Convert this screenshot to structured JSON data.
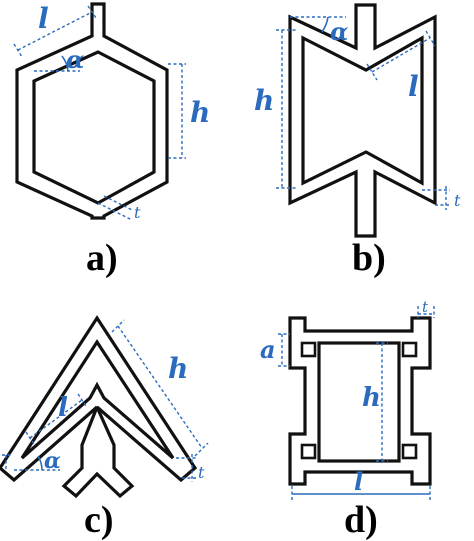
{
  "panels": [
    {
      "label": "a)",
      "symbols": {
        "length": "l",
        "angle": "α",
        "height": "h",
        "thickness": "t"
      }
    },
    {
      "label": "b)",
      "symbols": {
        "length": "l",
        "angle": "α",
        "height": "h",
        "thickness": "t"
      }
    },
    {
      "label": "c)",
      "symbols": {
        "length": "l",
        "angle": "α",
        "height": "h",
        "thickness": "t"
      }
    },
    {
      "label": "d)",
      "symbols": {
        "side": "a",
        "height": "h",
        "length": "l",
        "thickness": "t"
      }
    }
  ],
  "colors": {
    "dimension": "#2a6bbd",
    "outline": "#111111"
  }
}
